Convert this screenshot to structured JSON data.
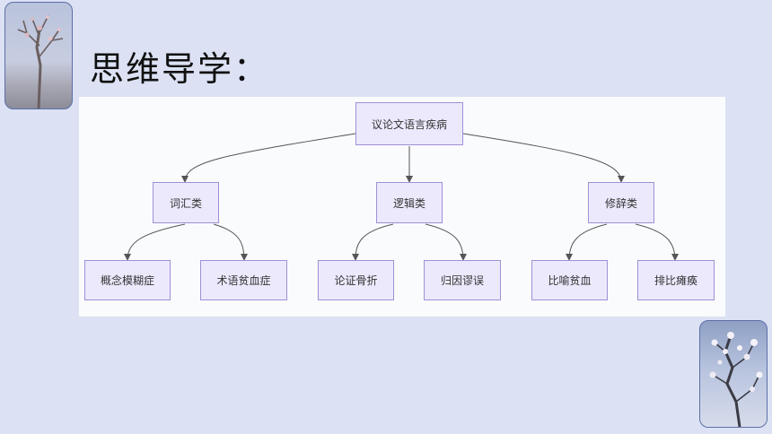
{
  "page": {
    "title": "思维导学："
  },
  "diagram": {
    "root": "议论文语言疾病",
    "categories": [
      {
        "label": "词汇类",
        "children": [
          "概念模糊症",
          "术语贫血症"
        ]
      },
      {
        "label": "逻辑类",
        "children": [
          "论证骨折",
          "归因谬误"
        ]
      },
      {
        "label": "修辞类",
        "children": [
          "比喻贫血",
          "排比瘫痪"
        ]
      }
    ]
  },
  "colors": {
    "background": "#dce2f4",
    "node_fill": "#ece9fd",
    "node_border": "#9e90d6",
    "edge": "#555555"
  }
}
